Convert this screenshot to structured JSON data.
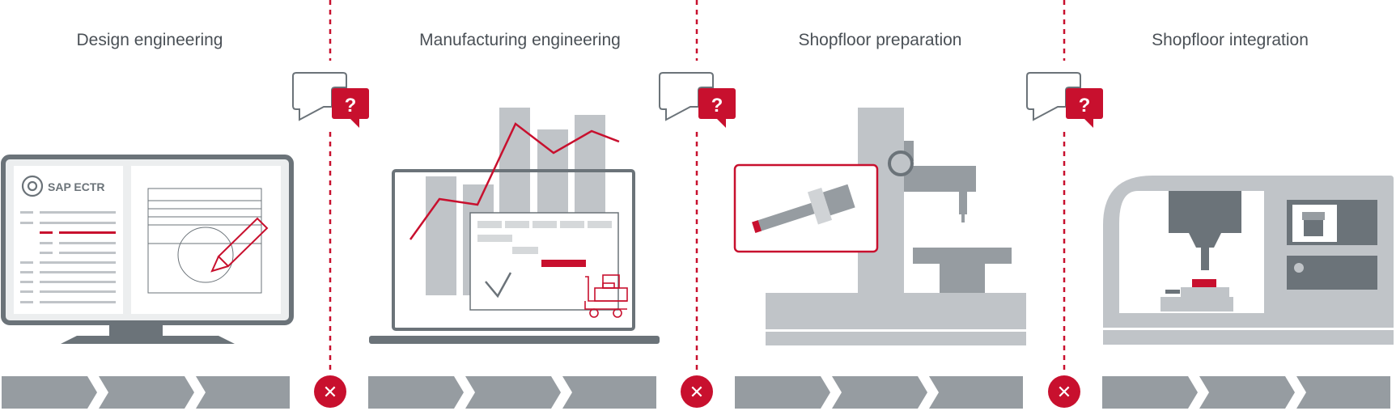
{
  "stages": [
    {
      "id": "design",
      "title": "Design engineering"
    },
    {
      "id": "manufacturing",
      "title": "Manufacturing engineering"
    },
    {
      "id": "shopfloor-prep",
      "title": "Shopfloor preparation"
    },
    {
      "id": "shopfloor-int",
      "title": "Shopfloor integration"
    }
  ],
  "design_screen": {
    "logo_text": "SAP ECTR"
  },
  "question_bubble": {
    "glyph": "?",
    "icon": "question-chat-icon"
  },
  "break_marker": {
    "glyph": "✕",
    "icon": "close-circle-icon"
  },
  "colors": {
    "accent_red": "#c8102e",
    "dark_gray": "#6b7379",
    "mid_gray": "#969ca1",
    "light_gray": "#c0c4c8",
    "text": "#4a5056"
  }
}
